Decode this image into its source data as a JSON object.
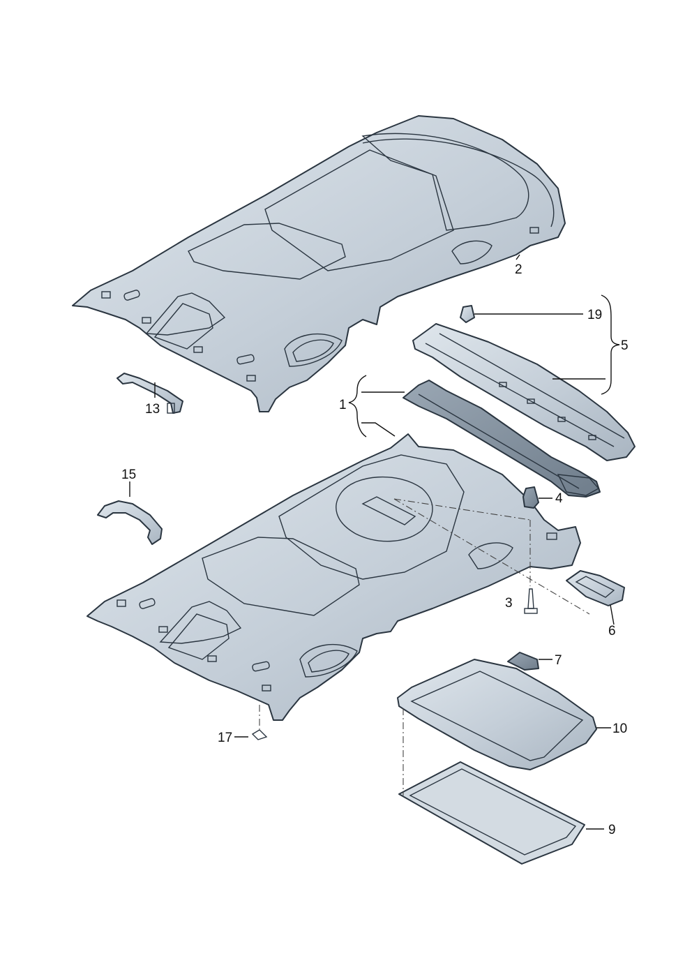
{
  "colors": {
    "part_fill": "#c9d3dc",
    "part_dark": "#8e9ba8",
    "part_light": "#e4e9ee",
    "outline": "#2a3540",
    "background": "#ffffff"
  },
  "callouts": {
    "c1": "1",
    "c2": "2",
    "c3": "3",
    "c4": "4",
    "c5": "5",
    "c6": "6",
    "c7": "7",
    "c9": "9",
    "c10": "10",
    "c13": "13",
    "c15": "15",
    "c17": "17",
    "c19": "19"
  }
}
